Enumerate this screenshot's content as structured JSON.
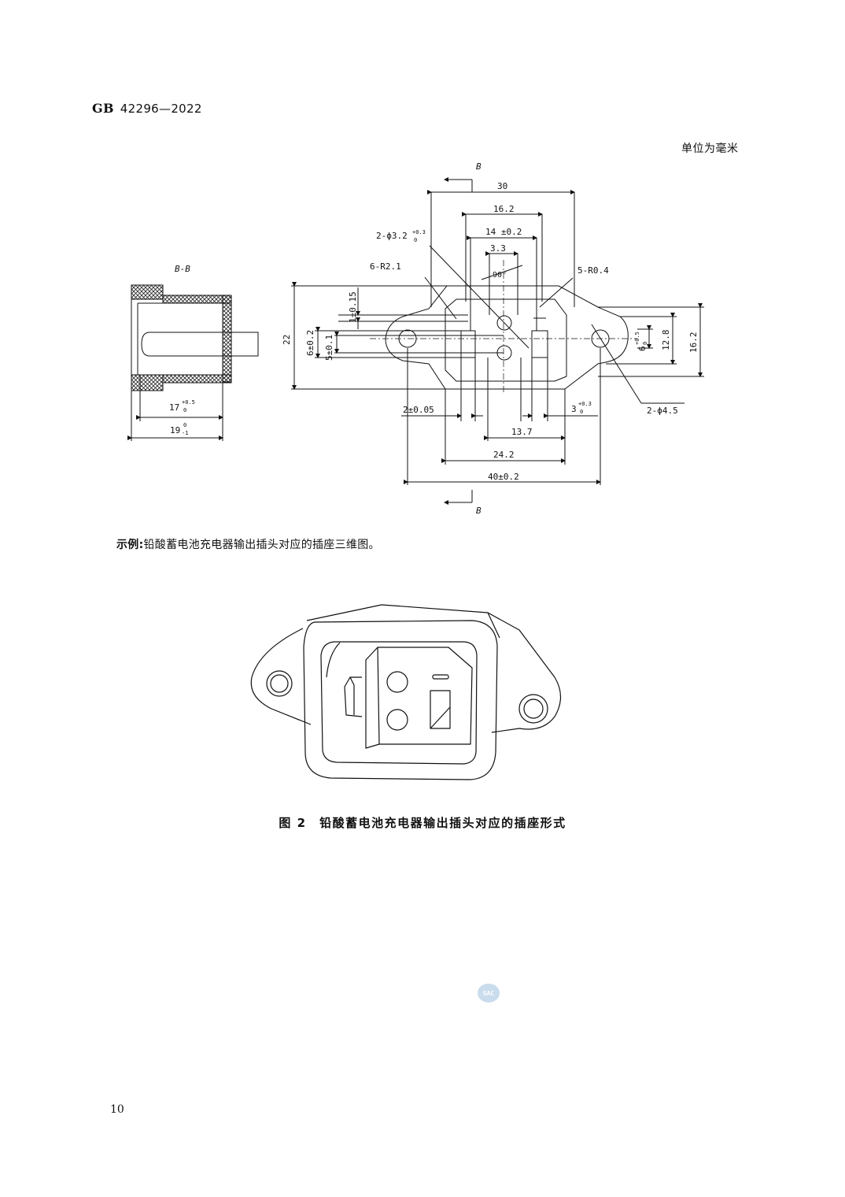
{
  "header": {
    "code": "GB",
    "number": "42296—2022"
  },
  "unit_note": "单位为毫米",
  "drawing_labels": {
    "section": "B-B",
    "b_top": "B",
    "b_bottom": "B",
    "d30": "30",
    "d16_2_top": "16.2",
    "d14": "14 ±0.2",
    "d3_3": "3.3",
    "angle": "90°",
    "hole2": "2-ϕ3.2",
    "hole2_tol": "+0.3",
    "hole2_tol0": "0",
    "r2_1": "6-R2.1",
    "r0_4": "5-R0.4",
    "d22": "22",
    "d1": "1±0.15",
    "d6": "6±0.2",
    "d5": "5±0.1",
    "d6b": "6",
    "d6b_tol": "+0.5",
    "d6b_tol0": "0",
    "d12_8": "12.8",
    "d16_2_right": "16.2",
    "d2": "2±0.05",
    "d3": "3",
    "d3_tol": "+0.3",
    "d3_tol0": "0",
    "hole4_5": "2-ϕ4.5",
    "d13_7": "13.7",
    "d24_2": "24.2",
    "d40": "40±0.2",
    "d17": "17",
    "d17_tol": "+0.5",
    "d17_tol0": "0",
    "d19": "19",
    "d19_tol": "0",
    "d19_tol1": "-1"
  },
  "example_label": "示例:",
  "example_text": "铅酸蓄电池充电器输出插头对应的插座三维图。",
  "figure_caption": "图 2　铅酸蓄电池充电器输出插头对应的插座形式",
  "watermark": "SAC",
  "page_number": "10",
  "colors": {
    "ink": "#111111",
    "watermark": "#c9dced"
  }
}
